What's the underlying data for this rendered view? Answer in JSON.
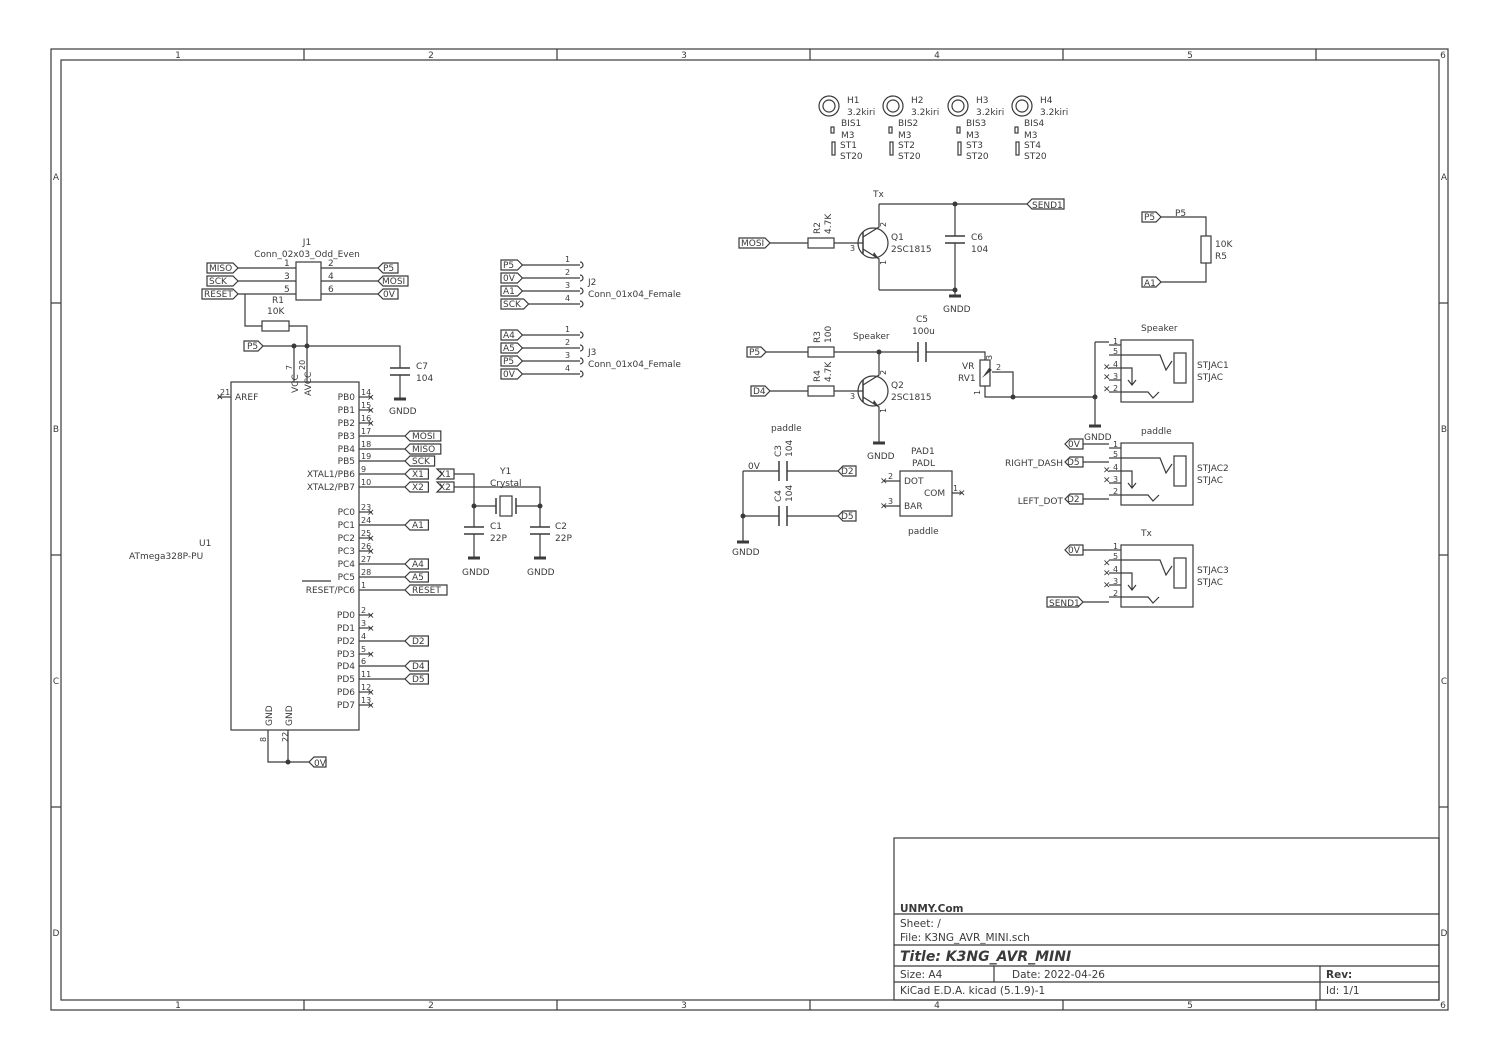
{
  "frame": {
    "cols": [
      "1",
      "2",
      "3",
      "4",
      "5",
      "6"
    ],
    "rows": [
      "A",
      "B",
      "C",
      "D"
    ]
  },
  "title_block": {
    "company": "UNMY.Com",
    "sheet": "Sheet: /",
    "file": "File: K3NG_AVR_MINI.sch",
    "title": "Title:  K3NG_AVR_MINI",
    "size": "Size: A4",
    "date": "Date: 2022-04-26",
    "rev": "Rev:",
    "tool": "KiCad E.D.A.  kicad (5.1.9)-1",
    "id": "Id: 1/1"
  },
  "mounting_holes": [
    {
      "ref": "H1",
      "val": "3.2kiri",
      "bis": "BIS1",
      "m": "M3",
      "st": "ST1",
      "st2": "ST20"
    },
    {
      "ref": "H2",
      "val": "3.2kiri",
      "bis": "BIS2",
      "m": "M3",
      "st": "ST2",
      "st2": "ST20"
    },
    {
      "ref": "H3",
      "val": "3.2kiri",
      "bis": "BIS3",
      "m": "M3",
      "st": "ST3",
      "st2": "ST20"
    },
    {
      "ref": "H4",
      "val": "3.2kiri",
      "bis": "BIS4",
      "m": "M3",
      "st": "ST4",
      "st2": "ST20"
    }
  ],
  "u1": {
    "ref": "U1",
    "value": "ATmega328P-PU",
    "aref": "AREF",
    "aref_pin": "21",
    "vcc": "VCC",
    "avcc": "AVCC",
    "vcc_pin": "7",
    "avcc_pin": "20",
    "gnd": "GND",
    "gnd_pins": [
      "8",
      "22"
    ],
    "right_pins": [
      {
        "name": "PB0",
        "num": "14"
      },
      {
        "name": "PB1",
        "num": "15"
      },
      {
        "name": "PB2",
        "num": "16"
      },
      {
        "name": "PB3",
        "num": "17",
        "net": "MOSI"
      },
      {
        "name": "PB4",
        "num": "18",
        "net": "MISO"
      },
      {
        "name": "PB5",
        "num": "19",
        "net": "SCK"
      },
      {
        "name": "XTAL1/PB6",
        "num": "9",
        "net": "X1"
      },
      {
        "name": "XTAL2/PB7",
        "num": "10",
        "net": "X2"
      },
      {
        "name": "PC0",
        "num": "23"
      },
      {
        "name": "PC1",
        "num": "24",
        "net": "A1"
      },
      {
        "name": "PC2",
        "num": "25"
      },
      {
        "name": "PC3",
        "num": "26"
      },
      {
        "name": "PC4",
        "num": "27",
        "net": "A4"
      },
      {
        "name": "PC5",
        "num": "28",
        "net": "A5"
      },
      {
        "name": "RESET/PC6",
        "num": "1",
        "net": "RESET"
      },
      {
        "name": "PD0",
        "num": "2"
      },
      {
        "name": "PD1",
        "num": "3"
      },
      {
        "name": "PD2",
        "num": "4",
        "net": "D2"
      },
      {
        "name": "PD3",
        "num": "5"
      },
      {
        "name": "PD4",
        "num": "6",
        "net": "D4"
      },
      {
        "name": "PD5",
        "num": "11",
        "net": "D5"
      },
      {
        "name": "PD6",
        "num": "12"
      },
      {
        "name": "PD7",
        "num": "13"
      }
    ],
    "gnd_net": "0V"
  },
  "j1": {
    "ref": "J1",
    "value": "Conn_02x03_Odd_Even",
    "pins_left": [
      "1",
      "3",
      "5"
    ],
    "pins_right": [
      "2",
      "4",
      "6"
    ],
    "nets_left": [
      "MISO",
      "SCK",
      "RESET"
    ],
    "nets_right": [
      "P5",
      "MOSI",
      "0V"
    ]
  },
  "r1": {
    "ref": "R1",
    "value": "10K"
  },
  "p5_net": "P5",
  "c7": {
    "ref": "C7",
    "value": "104",
    "gnd": "GNDD"
  },
  "j2": {
    "ref": "J2",
    "value": "Conn_01x04_Female",
    "nets": [
      "P5",
      "0V",
      "A1",
      "SCK"
    ],
    "pins": [
      "1",
      "2",
      "3",
      "4"
    ]
  },
  "j3": {
    "ref": "J3",
    "value": "Conn_01x04_Female",
    "nets": [
      "A4",
      "A5",
      "P5",
      "0V"
    ],
    "pins": [
      "1",
      "2",
      "3",
      "4"
    ]
  },
  "y1": {
    "ref": "Y1",
    "value": "Crystal",
    "nets": [
      "X1",
      "X2"
    ]
  },
  "c1": {
    "ref": "C1",
    "value": "22P",
    "gnd": "GNDD"
  },
  "c2": {
    "ref": "C2",
    "value": "22P",
    "gnd": "GNDD"
  },
  "tx": {
    "label": "Tx",
    "r2": {
      "ref": "R2",
      "value": "4.7K"
    },
    "q1": {
      "ref": "Q1",
      "value": "2SC1815"
    },
    "c6": {
      "ref": "C6",
      "value": "104"
    },
    "in_net": "MOSI",
    "out_net": "SEND1",
    "gnd": "GNDD",
    "pins": [
      "3",
      "2",
      "1"
    ]
  },
  "r5": {
    "ref": "R5",
    "value": "10K",
    "label": "P5",
    "nets": [
      "P5",
      "A1"
    ]
  },
  "speaker": {
    "label": "Speaker",
    "r3": {
      "ref": "R3",
      "value": "100"
    },
    "r4": {
      "ref": "R4",
      "value": "4.7K"
    },
    "q2": {
      "ref": "Q2",
      "value": "2SC1815"
    },
    "c5": {
      "ref": "C5",
      "value": "100u"
    },
    "rv1": {
      "ref": "RV1",
      "value": "VR",
      "pins": [
        "3",
        "2",
        "1"
      ]
    },
    "nets": [
      "P5",
      "D4"
    ],
    "gnd": "GNDD"
  },
  "paddle_caps": {
    "label": "paddle",
    "c3": {
      "ref": "C3",
      "value": "104"
    },
    "c4": {
      "ref": "C4",
      "value": "104"
    },
    "net_0v": "0V",
    "nets": [
      "D2",
      "D5"
    ],
    "gnd": "GNDD"
  },
  "pad1": {
    "ref": "PAD1",
    "value": "PADL",
    "footer": "paddle",
    "dot": "DOT",
    "com": "COM",
    "bar": "BAR",
    "pins": [
      "2",
      "1",
      "3"
    ]
  },
  "jacks": [
    {
      "title": "Speaker",
      "ref": "STJAC1",
      "value": "STJAC",
      "pins": [
        "1",
        "5",
        "4",
        "3",
        "2"
      ],
      "gnd": "GNDD"
    },
    {
      "title": "paddle",
      "ref": "STJAC2",
      "value": "STJAC",
      "pins": [
        "1",
        "5",
        "4",
        "3",
        "2"
      ],
      "net_left": [
        "0V",
        "D5",
        "D2"
      ],
      "labels": [
        "RIGHT_DASH",
        "LEFT_DOT"
      ]
    },
    {
      "title": "Tx",
      "ref": "STJAC3",
      "value": "STJAC",
      "pins": [
        "1",
        "5",
        "4",
        "3",
        "2"
      ],
      "net_left": [
        "0V",
        "SEND1"
      ]
    }
  ]
}
